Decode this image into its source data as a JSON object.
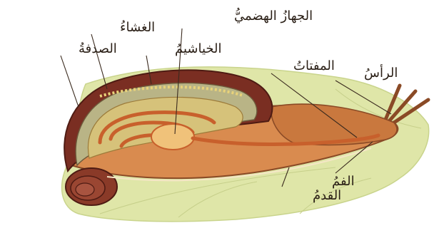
{
  "labels": {
    "digestive_system": "الجهازُ الهضميُّ",
    "mantle": "الغشاءُ",
    "gills": "الخياشيمُ",
    "shell": "الصدفةُ",
    "palps": "المفتاتُ",
    "head": "الرأسُ",
    "mouth": "الفمُ",
    "foot": "القدمُ"
  }
}
